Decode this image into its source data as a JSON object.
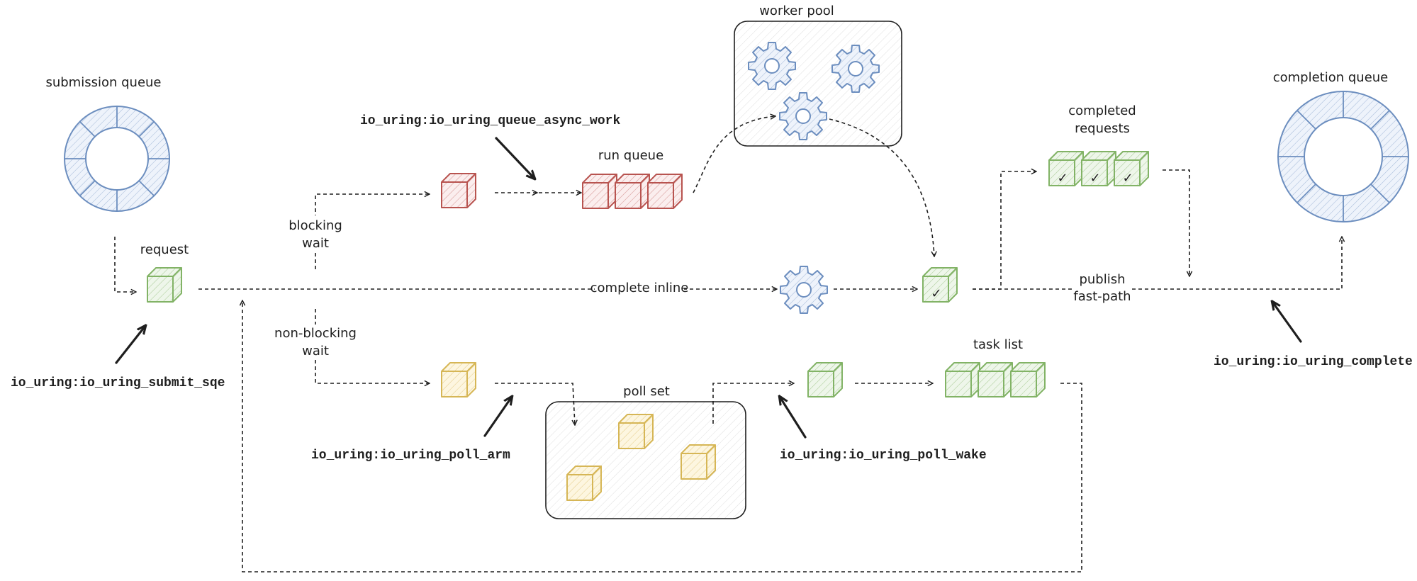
{
  "labels": {
    "submission_queue": "submission queue",
    "completion_queue": "completion queue",
    "request": "request",
    "worker_pool": "worker pool",
    "run_queue": "run queue",
    "completed_requests_line1": "completed",
    "completed_requests_line2": "requests",
    "task_list": "task list",
    "poll_set": "poll set",
    "blocking_wait_line1": "blocking",
    "blocking_wait_line2": "wait",
    "non_blocking_wait_line1": "non-blocking",
    "non_blocking_wait_line2": "wait",
    "complete_inline": "complete inline",
    "publish_fast_path_line1": "publish",
    "publish_fast_path_line2": "fast-path"
  },
  "tracepoints": {
    "submit_sqe": "io_uring:io_uring_submit_sqe",
    "queue_async_work": "io_uring:io_uring_queue_async_work",
    "poll_arm": "io_uring:io_uring_poll_arm",
    "poll_wake": "io_uring:io_uring_poll_wake",
    "complete": "io_uring:io_uring_complete"
  },
  "glyphs": {
    "check": "✓"
  },
  "colors": {
    "queue_blue": "#6c8ebf",
    "blocking_red": "#b85450",
    "polling_yellow": "#d6b656",
    "done_green": "#82b366",
    "ink": "#1e1e1e"
  }
}
